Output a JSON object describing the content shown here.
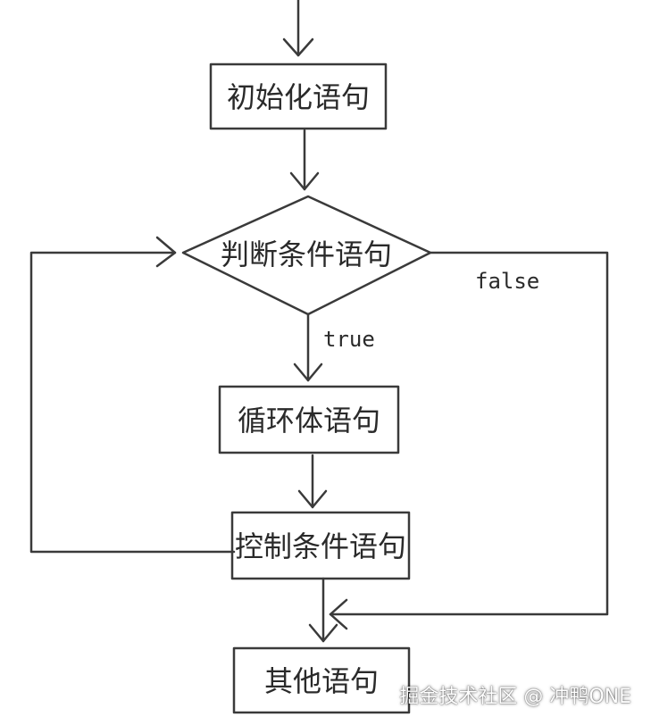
{
  "nodes": {
    "init": "初始化语句",
    "condition": "判断条件语句",
    "body": "循环体语句",
    "control": "控制条件语句",
    "other": "其他语句"
  },
  "edge_labels": {
    "true": "true",
    "false": "false"
  },
  "watermark": "掘金技术社区 @ 冲鸭ONE",
  "colors": {
    "line": "#3a3a3a",
    "background": "#ffffff"
  }
}
